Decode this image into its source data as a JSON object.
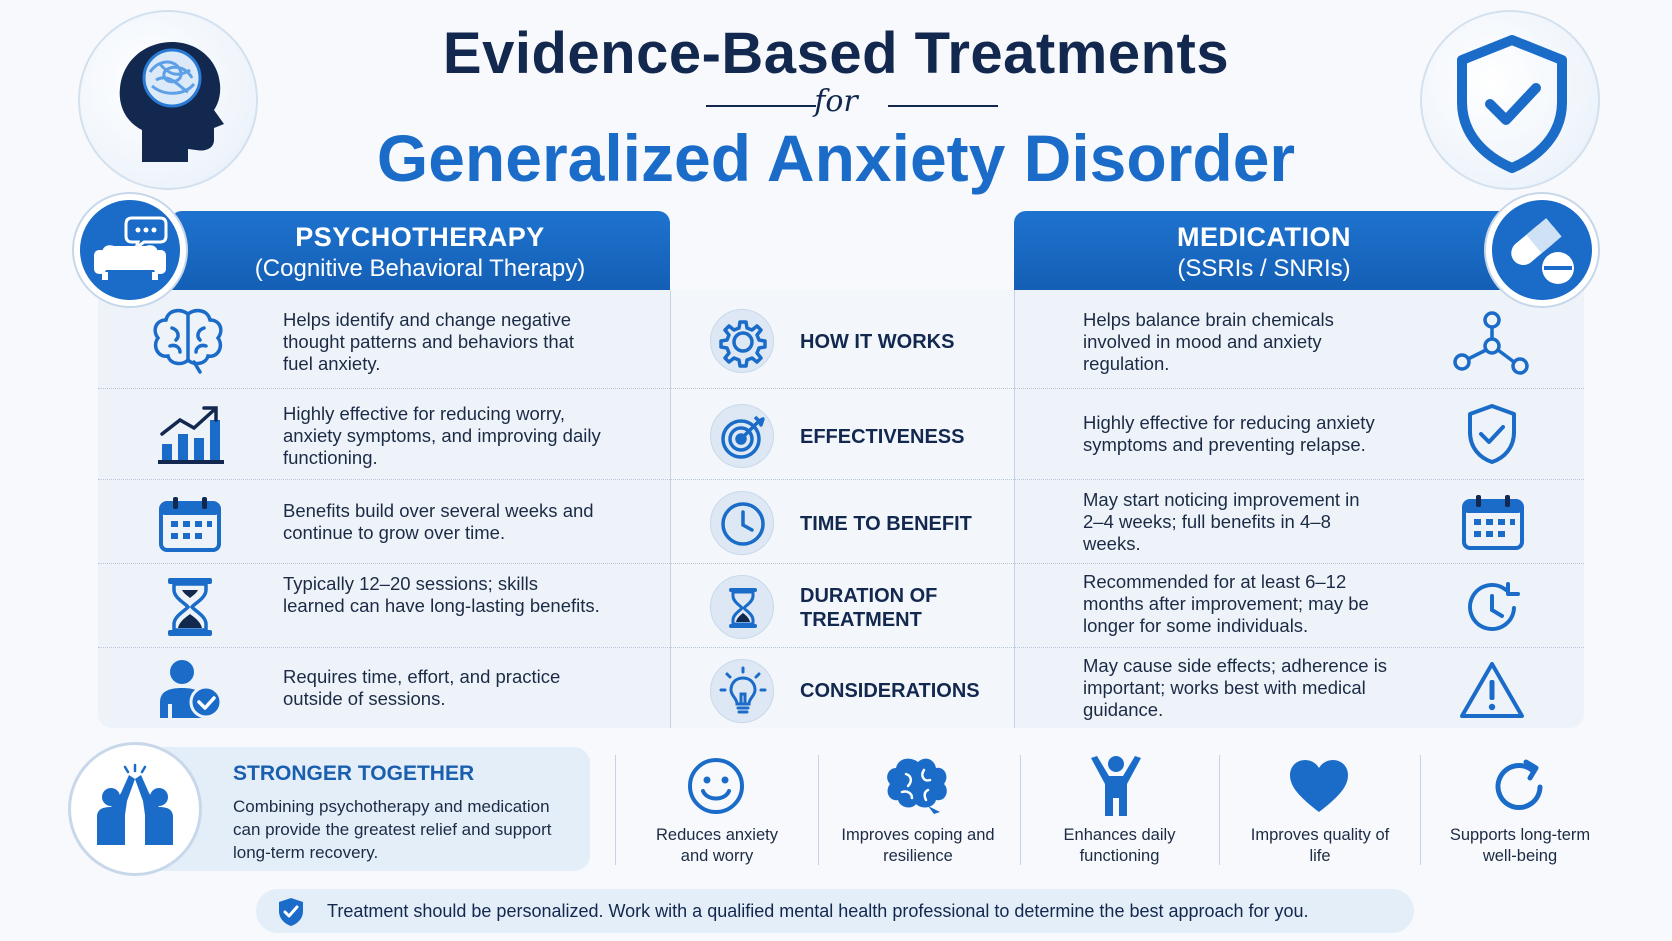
{
  "header": {
    "title": "Evidence-Based Treatments",
    "for": "for",
    "subtitle": "Generalized Anxiety Disorder"
  },
  "psychotherapy": {
    "title": "PSYCHOTHERAPY",
    "subtitle": "(Cognitive Behavioral Therapy)",
    "rows": [
      {
        "icon": "brain-icon",
        "text": "Helps identify and change negative thought patterns and behaviors that fuel anxiety."
      },
      {
        "icon": "growth-chart-icon",
        "text": "Highly effective for reducing worry, anxiety symptoms, and improving daily functioning."
      },
      {
        "icon": "calendar-icon",
        "text": "Benefits build over several weeks and continue to grow over time."
      },
      {
        "icon": "hourglass-icon",
        "text": "Typically 12–20 sessions; skills learned can have long-lasting benefits."
      },
      {
        "icon": "person-check-icon",
        "text": "Requires time, effort, and practice outside of sessions."
      }
    ]
  },
  "criteria": [
    {
      "icon": "gear-icon",
      "label": "HOW IT WORKS"
    },
    {
      "icon": "target-icon",
      "label": "EFFECTIVENESS"
    },
    {
      "icon": "clock-icon",
      "label": "TIME TO BENEFIT"
    },
    {
      "icon": "hourglass-icon",
      "label": "DURATION OF TREATMENT"
    },
    {
      "icon": "lightbulb-icon",
      "label": "CONSIDERATIONS"
    }
  ],
  "medication": {
    "title": "MEDICATION",
    "subtitle": "(SSRIs / SNRIs)",
    "rows": [
      {
        "icon": "molecule-icon",
        "text": "Helps balance brain chemicals involved in mood and anxiety regulation."
      },
      {
        "icon": "shield-check-icon",
        "text": "Highly effective for reducing anxiety symptoms and preventing relapse."
      },
      {
        "icon": "calendar-icon",
        "text": "May start noticing improvement in 2–4 weeks; full benefits in 4–8 weeks."
      },
      {
        "icon": "clock-refresh-icon",
        "text": "Recommended for at least 6–12 months after improvement; may be longer for some individuals."
      },
      {
        "icon": "warning-icon",
        "text": "May cause side effects; adherence is important; works best with medical guidance."
      }
    ]
  },
  "together": {
    "title": "STRONGER TOGETHER",
    "text": "Combining psychotherapy and medication can provide the greatest relief and support long-term recovery."
  },
  "benefits": [
    {
      "icon": "smile-icon",
      "label": "Reduces anxiety and worry"
    },
    {
      "icon": "brain-icon",
      "label": "Improves coping and resilience"
    },
    {
      "icon": "person-raise-icon",
      "label": "Enhances daily functioning"
    },
    {
      "icon": "heart-icon",
      "label": "Improves quality of life"
    },
    {
      "icon": "refresh-icon",
      "label": "Supports long-term well-being"
    }
  ],
  "footer": {
    "text": "Treatment should be personalized. Work with a qualified mental health professional to determine the best approach for you."
  },
  "colors": {
    "navy": "#13284f",
    "brand_blue": "#1a6cc8",
    "panel_bg": "#eef3fa"
  }
}
